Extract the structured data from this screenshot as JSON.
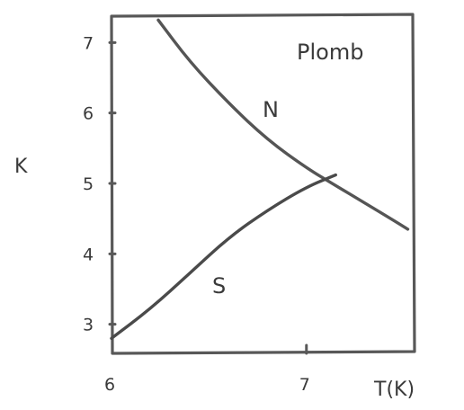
{
  "chart_data": {
    "type": "line",
    "title": "Plomb",
    "xlabel": "T(K)",
    "ylabel": "K",
    "xlim": [
      6,
      7.55
    ],
    "ylim": [
      2.6,
      7.4
    ],
    "x_ticks": [
      6,
      7
    ],
    "x_tick_labels": [
      "6",
      "7"
    ],
    "y_ticks": [
      3,
      4,
      5,
      6,
      7
    ],
    "y_tick_labels": [
      "3",
      "4",
      "5",
      "6",
      "7"
    ],
    "grid": false,
    "series": [
      {
        "name": "N",
        "color": "#555555",
        "points": [
          {
            "x": 6.24,
            "y": 7.32
          },
          {
            "x": 6.4,
            "y": 6.73
          },
          {
            "x": 6.6,
            "y": 6.14
          },
          {
            "x": 6.8,
            "y": 5.62
          },
          {
            "x": 7.0,
            "y": 5.22
          },
          {
            "x": 7.15,
            "y": 4.97
          },
          {
            "x": 7.3,
            "y": 4.72
          },
          {
            "x": 7.45,
            "y": 4.47
          },
          {
            "x": 7.52,
            "y": 4.35
          }
        ]
      },
      {
        "name": "S",
        "color": "#4a4a4a",
        "points": [
          {
            "x": 6.0,
            "y": 2.8
          },
          {
            "x": 6.2,
            "y": 3.22
          },
          {
            "x": 6.4,
            "y": 3.72
          },
          {
            "x": 6.6,
            "y": 4.23
          },
          {
            "x": 6.8,
            "y": 4.62
          },
          {
            "x": 7.0,
            "y": 4.95
          },
          {
            "x": 7.15,
            "y": 5.12
          }
        ]
      }
    ]
  }
}
